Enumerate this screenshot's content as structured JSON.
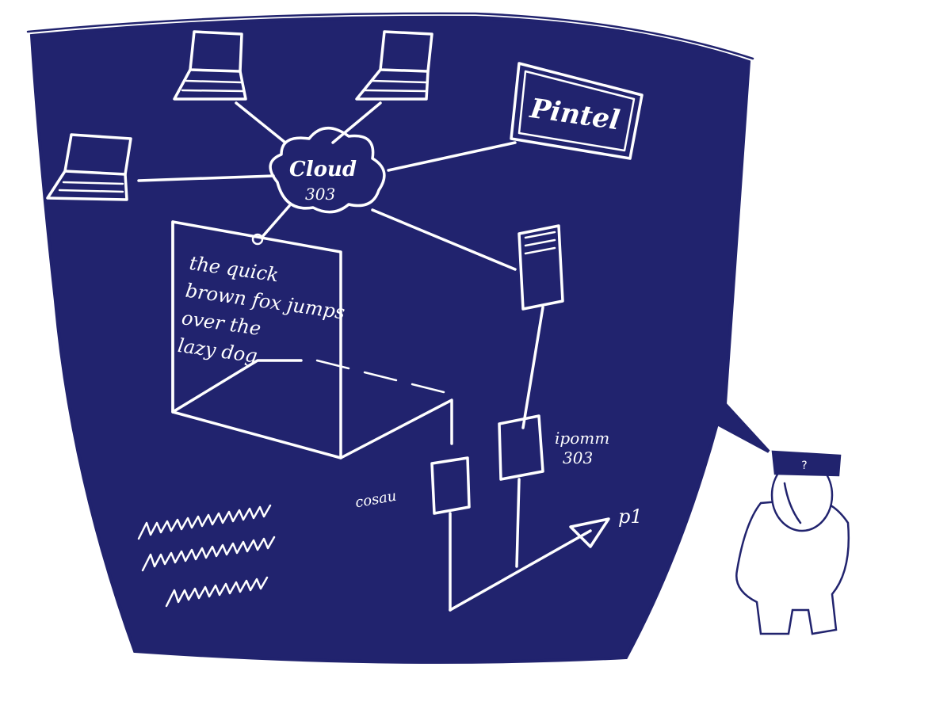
{
  "colors": {
    "board": "#21236e",
    "chalk": "#ffffff",
    "paper": "#ffffff"
  },
  "cloud": {
    "name": "Cloud",
    "number": "303"
  },
  "brand": {
    "label": "Pintel"
  },
  "panel": {
    "lines": [
      "the quick",
      "brown fox jumps",
      "over the",
      "lazy dog"
    ]
  },
  "labels": {
    "device_large": "ipomm",
    "device_large_num": "303",
    "device_small": "cosau",
    "axis": "p1"
  },
  "person": {
    "visor": "?"
  }
}
